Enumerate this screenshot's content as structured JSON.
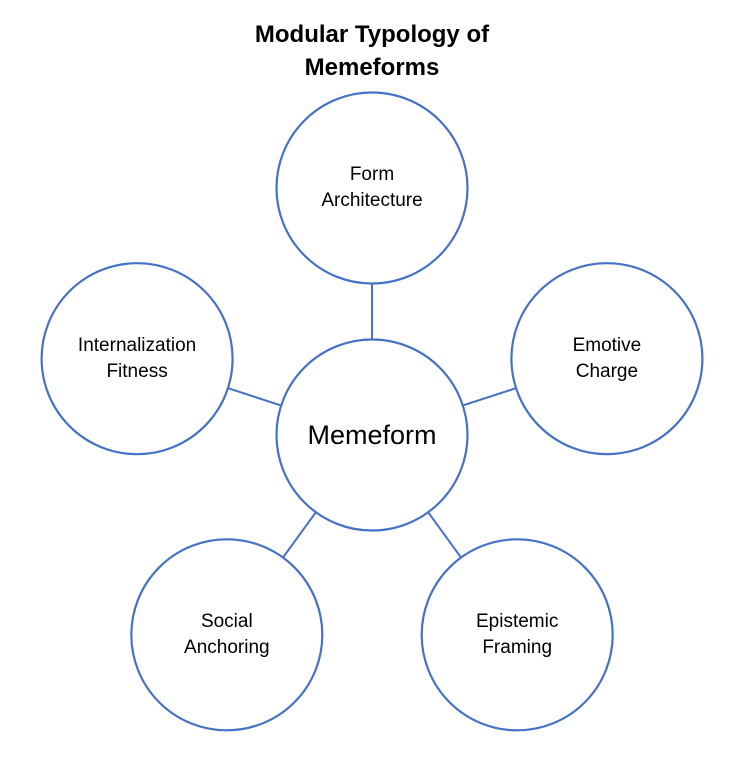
{
  "title": {
    "line1": "Modular Typology of",
    "line2": "Memeforms"
  },
  "diagram": {
    "type": "radial-hub-spoke",
    "background_color": "#FFFFFF",
    "stroke_color": "#4472C4",
    "node_fill_color": "#FFFFFF",
    "text_color": "#000000",
    "hub": {
      "label": "Memeform"
    },
    "satellites": [
      {
        "label": "Form Architecture",
        "position": "top"
      },
      {
        "label": "Emotive Charge",
        "position": "right"
      },
      {
        "label": "Epistemic Framing",
        "position": "bottom-right"
      },
      {
        "label": "Social Anchoring",
        "position": "bottom-left"
      },
      {
        "label": "Internalization Fitness",
        "position": "left"
      }
    ]
  }
}
